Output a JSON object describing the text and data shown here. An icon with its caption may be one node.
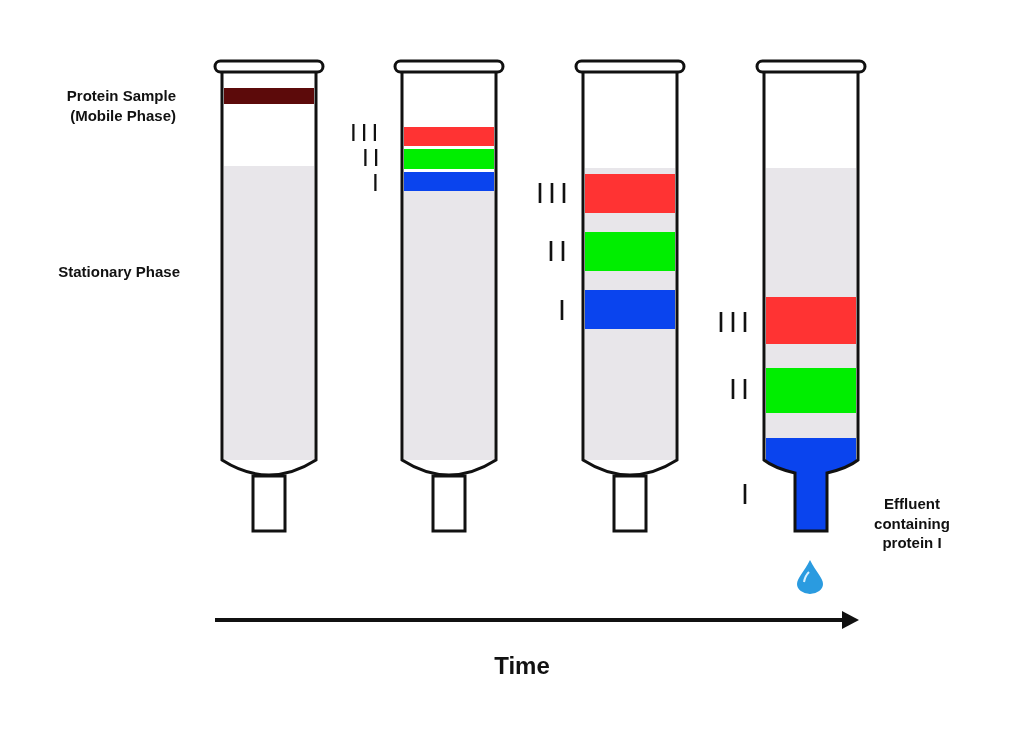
{
  "diagram": {
    "labels": [
      "Protein Sample (Mobile Phase)",
      "Stationary Phase",
      "III",
      "II",
      "I",
      "III",
      "II",
      "I",
      "III",
      "II",
      "I",
      "Effluent containing protein I",
      "Time"
    ]
  }
}
